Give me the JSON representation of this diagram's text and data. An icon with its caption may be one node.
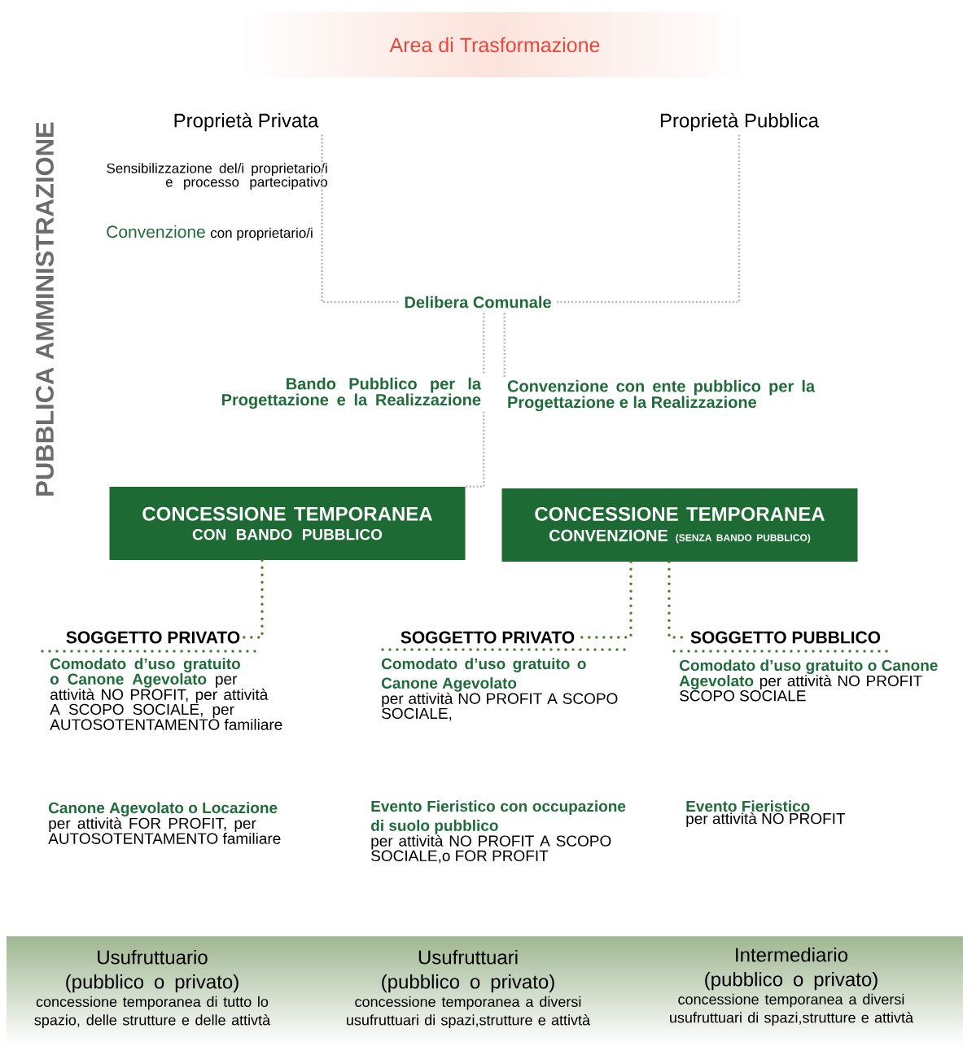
{
  "diagram": {
    "title": "Area di Trasformazione",
    "nodes": [
      {
        "text": [
          "Proprietà Privata"
        ]
      },
      {
        "text": [
          "Proprietà Pubblica"
        ]
      },
      {
        "text": [
          "Delibera Comunale"
        ]
      },
      {
        "text": [
          "Bando Pubblico per la Progettazione e la Realizzazione"
        ]
      },
      {
        "text": [
          "Convenzione con ente pubblico per la Progettazione e la Realizzazione"
        ]
      },
      {
        "text": [
          "CONCESSIONE TEMPORANEA",
          "CON BANDO PUBBLICO"
        ]
      },
      {
        "text": [
          "CONCESSIONE TEMPORANEA",
          "CONVENZIONE",
          "(SENZA BANDO PUBBLICO)"
        ]
      },
      {
        "text": [
          "SOGGETTO PRIVATO"
        ],
        "beside": [
          "Comodato d’uso gratuito o Canone Agevolato",
          "per attività NO PROFIT, per attività A SCOPO SOCIALE, per AUTOSOTENTAMENTO familiare",
          "Canone Agevolato o Locazione",
          "per attività FOR PROFIT, per AUTOSOTENTAMENTO familiare"
        ]
      },
      {
        "text": [
          "SOGGETTO PRIVATO"
        ],
        "beside": [
          "Comodato d’uso gratuito o Canone Agevolato",
          "per attività NO PROFIT A SCOPO SOCIALE,",
          "Evento Fieristico con occupazione di suolo pubblico",
          "per attività NO PROFIT A SCOPO SOCIALE,o FOR PROFIT"
        ]
      },
      {
        "text": [
          "SOGGETTO PUBBLICO"
        ],
        "beside": [
          "Comodato d’uso gratuito o Canone Agevolato",
          "per attività NO PROFIT SCOPO SOCIALE",
          "Evento Fieristico",
          "per attività NO PROFIT"
        ]
      },
      {
        "text": [
          "Usufruttuario",
          "(pubblico o privato)",
          "concessione temporanea di tutto lo spazio, delle strutture e delle attivtà"
        ]
      },
      {
        "text": [
          "Usufruttuari",
          "(pubblico o privato)",
          "concessione temporanea a diversi usufruttuari di spazi,strutture e attivtà"
        ]
      },
      {
        "text": [
          "Intermediario",
          "(pubblico o privato)",
          "concessione temporanea a diversi usufruttuari di spazi,strutture e attivtà"
        ]
      }
    ],
    "edges": [
      {
        "from": 0,
        "to": 2,
        "arrow": "none",
        "style": "dashed"
      },
      {
        "from": 1,
        "to": 2,
        "arrow": "none",
        "style": "dashed"
      },
      {
        "from": 2,
        "to": 3,
        "arrow": "none",
        "style": "dashed"
      },
      {
        "from": 2,
        "to": 4,
        "arrow": "none",
        "style": "dashed"
      },
      {
        "from": 3,
        "to": 5,
        "arrow": "none",
        "style": "dashed"
      },
      {
        "from": 5,
        "to": 7,
        "arrow": "none",
        "style": "dashed",
        "color": "#5b7a2b"
      },
      {
        "from": 6,
        "to": 8,
        "arrow": "none",
        "style": "dashed",
        "color": "#5b7a2b"
      },
      {
        "from": 6,
        "to": 9,
        "arrow": "none",
        "style": "dashed",
        "color": "#5b7a2b"
      }
    ],
    "labels": [
      "PUBBLICA AMMINISTRAZIONE",
      "Sensibilizzazione del/i proprietario/i e processo partecipativo",
      "Convenzione",
      "con proprietario/i"
    ]
  }
}
